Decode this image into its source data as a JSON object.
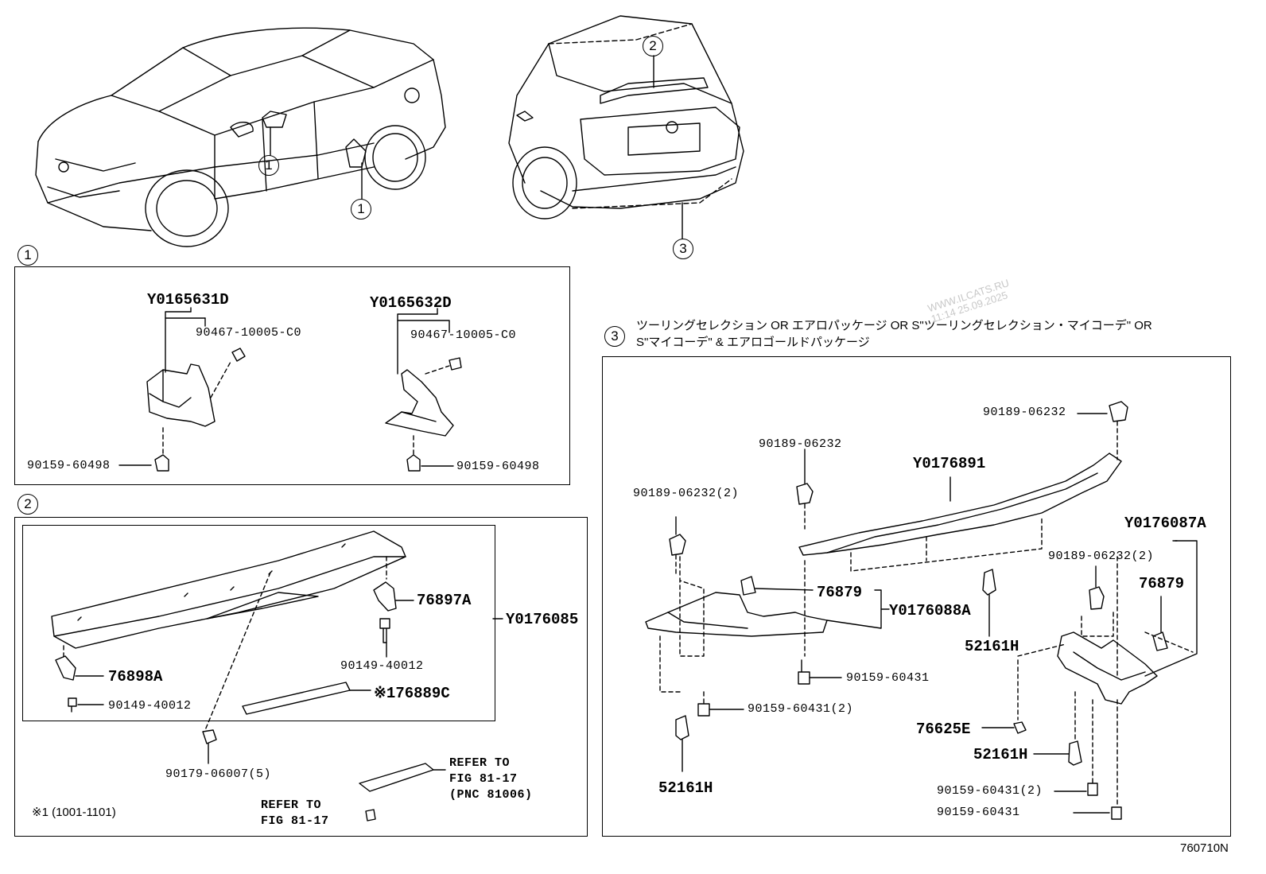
{
  "callouts": {
    "one": "1",
    "two": "2",
    "three": "3"
  },
  "section1": {
    "part_left": "Y0165631D",
    "part_right": "Y0165632D",
    "clip_left": "90467-10005-C0",
    "clip_right": "90467-10005-C0",
    "screw_left": "90159-60498",
    "screw_right": "90159-60498"
  },
  "section2": {
    "assembly": "Y0176085",
    "p76897a": "76897A",
    "p76898a": "76898A",
    "bolt_right": "90149-40012",
    "bolt_left": "90149-40012",
    "tape": "※176889C",
    "clip": "90179-06007(5)",
    "refer1_line1": "REFER TO",
    "refer1_line2": "FIG 81-17",
    "refer1_line3": "(PNC 81006)",
    "refer2_line1": "REFER TO",
    "refer2_line2": "FIG 81-17",
    "footnote": "※1 (1001-1101)"
  },
  "section3": {
    "note_line1": "ツーリングセレクション OR エアロパッケージ OR S\"ツーリングセレクション・マイコーデ\" OR",
    "note_line2": "S\"マイコーデ\" & エアロゴールドパッケージ",
    "clip_top_right": "90189-06232",
    "clip_mid": "90189-06232",
    "clip_left": "90189-06232(2)",
    "clip_right": "90189-06232(2)",
    "main_part": "Y0176891",
    "sub_right": "Y0176087A",
    "p76879_right": "76879",
    "p76879_mid": "76879",
    "sub_mid": "Y0176088A",
    "p52161h_a": "52161H",
    "p52161h_b": "52161H",
    "p52161h_c": "52161H",
    "screw_a": "90159-60431",
    "screw_b": "90159-60431(2)",
    "screw_c": "90159-60431(2)",
    "screw_d": "90159-60431",
    "p76625e": "76625E"
  },
  "watermark": {
    "line1": "WWW.ILCATS.RU",
    "line2": "11:14 25.09.2025"
  },
  "figure_id": "760710N"
}
